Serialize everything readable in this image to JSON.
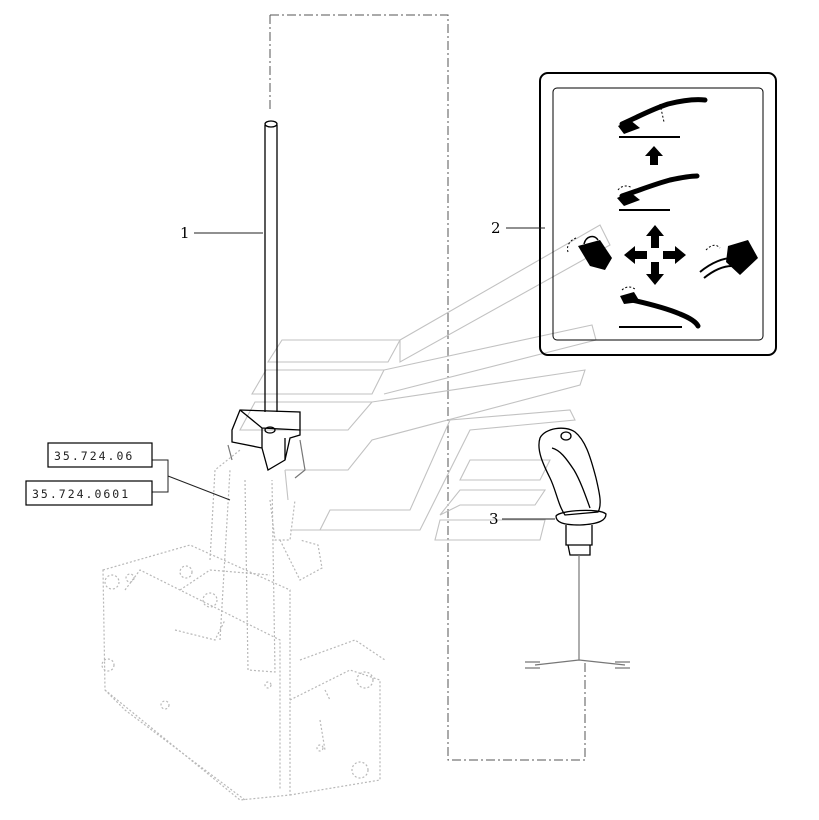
{
  "callouts": [
    {
      "id": "1",
      "label": "1"
    },
    {
      "id": "2",
      "label": "2"
    },
    {
      "id": "3",
      "label": "3"
    }
  ],
  "reference_boxes": [
    {
      "label": "35.724.06"
    },
    {
      "label": "35.724.0601"
    }
  ],
  "icons": {
    "decal_arrows": "four-way-arrow-icon",
    "bucket_raise": "bucket-raise-icon",
    "bucket_float": "bucket-float-icon",
    "bucket_lower": "bucket-lower-icon",
    "bucket_rollback": "bucket-rollback-icon",
    "bucket_dump": "bucket-dump-icon"
  },
  "colors": {
    "ink": "#000000",
    "ghost": "#b8b8b8",
    "paper": "#ffffff"
  }
}
